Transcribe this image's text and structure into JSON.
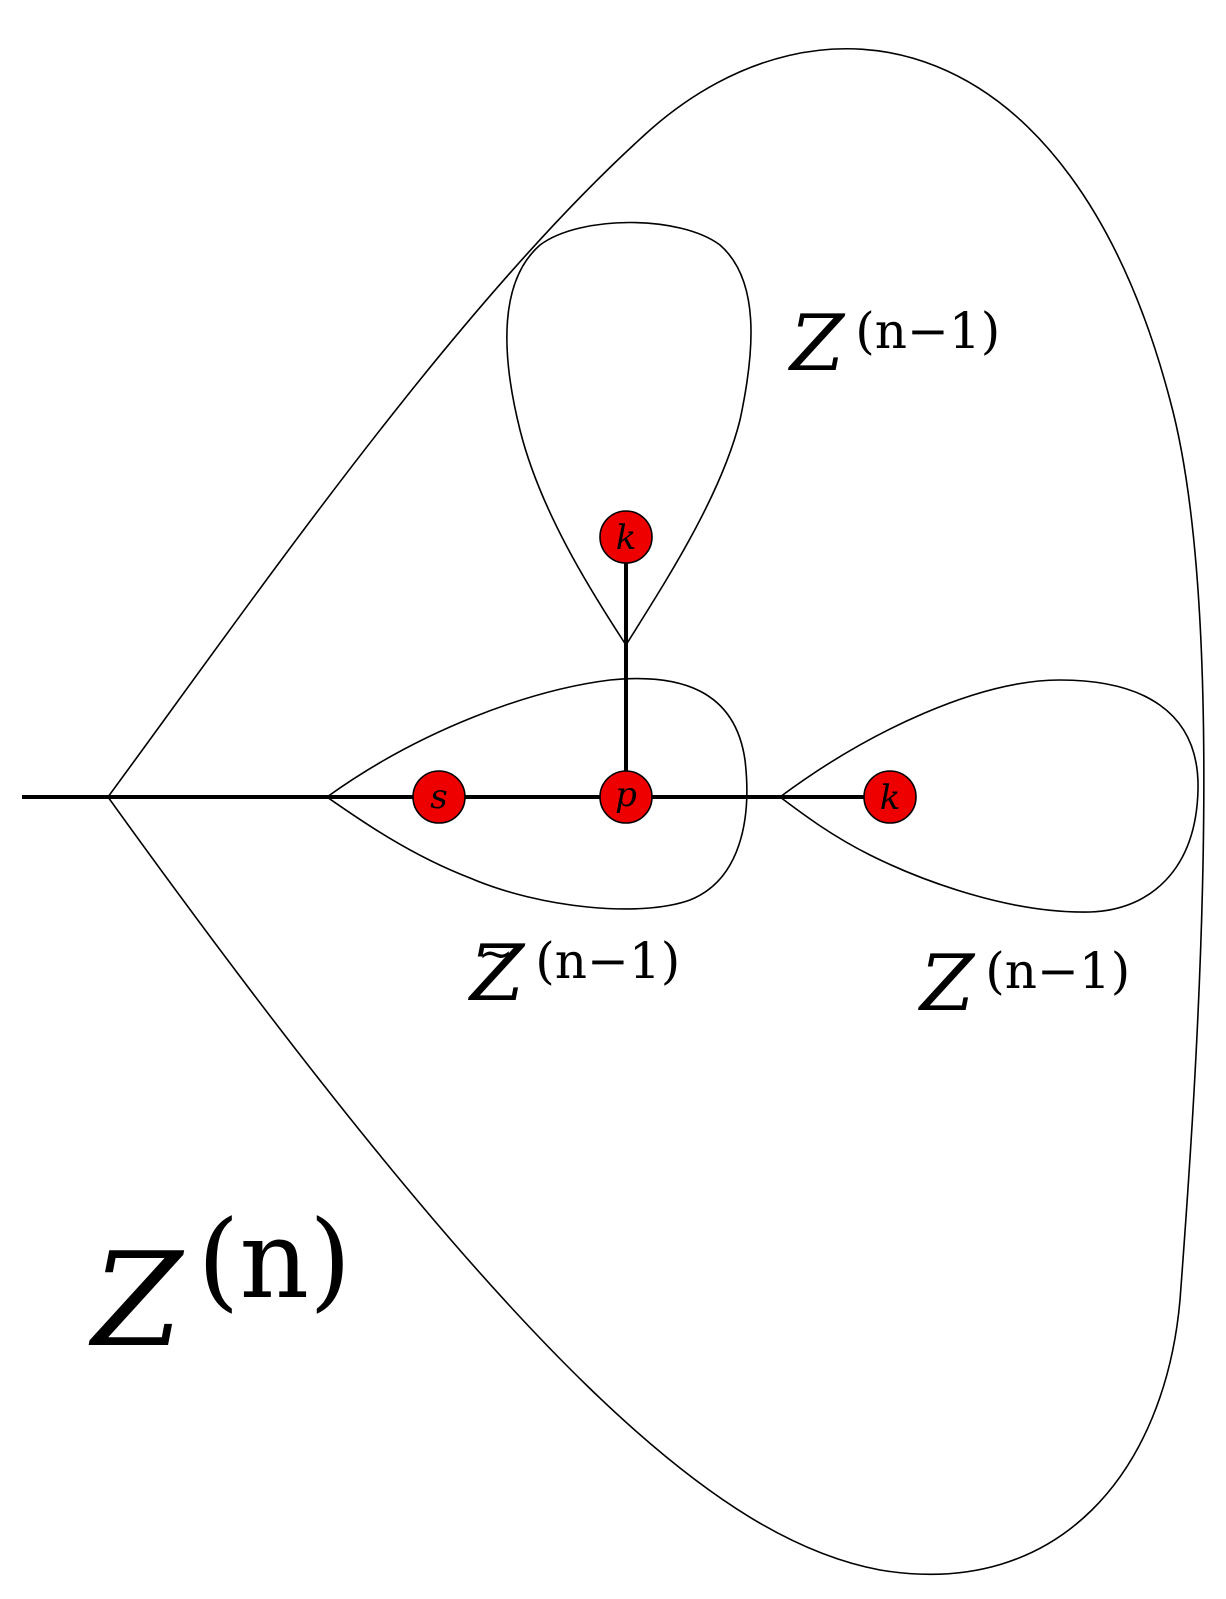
{
  "nodes": {
    "s": "s",
    "p": "p",
    "k_top": "k",
    "k_right": "k"
  },
  "labels": {
    "outer": {
      "base": "Z",
      "superscript": "(n)"
    },
    "top_subtree": {
      "base": "Z",
      "superscript": "(n−1)"
    },
    "middle_subtree": {
      "base": "Z",
      "accent": "~",
      "superscript": "(n−1)"
    },
    "right_subtree": {
      "base": "Z",
      "superscript": "(n−1)"
    }
  },
  "colors": {
    "node_fill": "#ee0000",
    "line": "#000000",
    "background": "#ffffff"
  }
}
